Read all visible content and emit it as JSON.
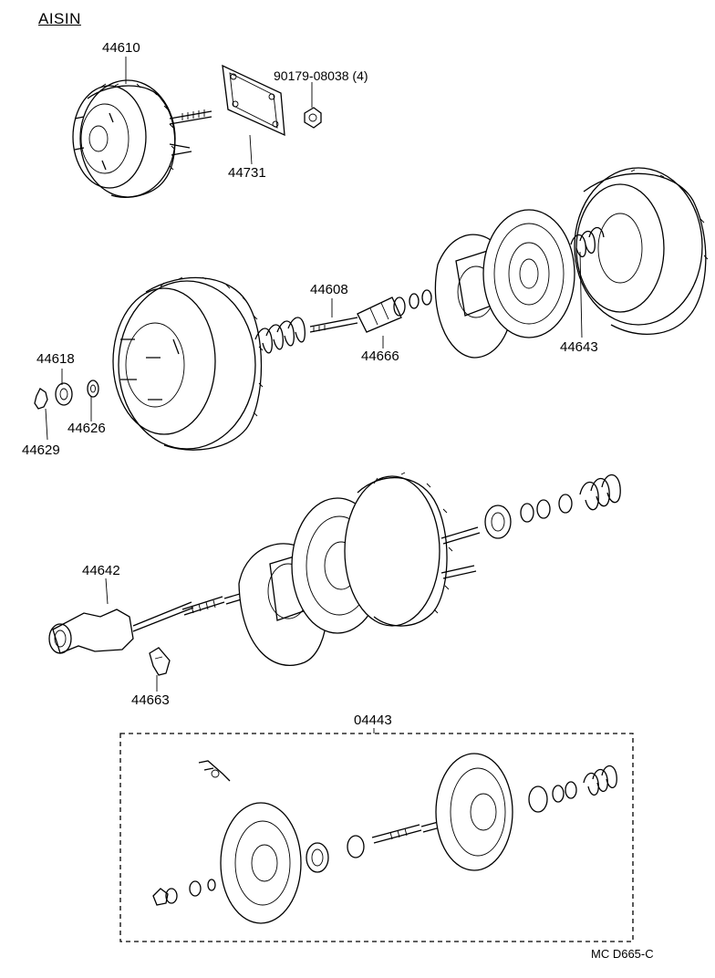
{
  "brand": "AISIN",
  "diagram_code": "MC  D665-C",
  "parts": {
    "booster_assembly": "44610",
    "gasket": "44731",
    "nut": "90179-08038 (4)",
    "push_rod": "44608",
    "valve_body": "44666",
    "diaphragm_spring": "44643",
    "seal": "44618",
    "retainer": "44629",
    "washer": "44626",
    "housing_valve": "44642",
    "key": "44663",
    "repair_kit": "04443"
  }
}
